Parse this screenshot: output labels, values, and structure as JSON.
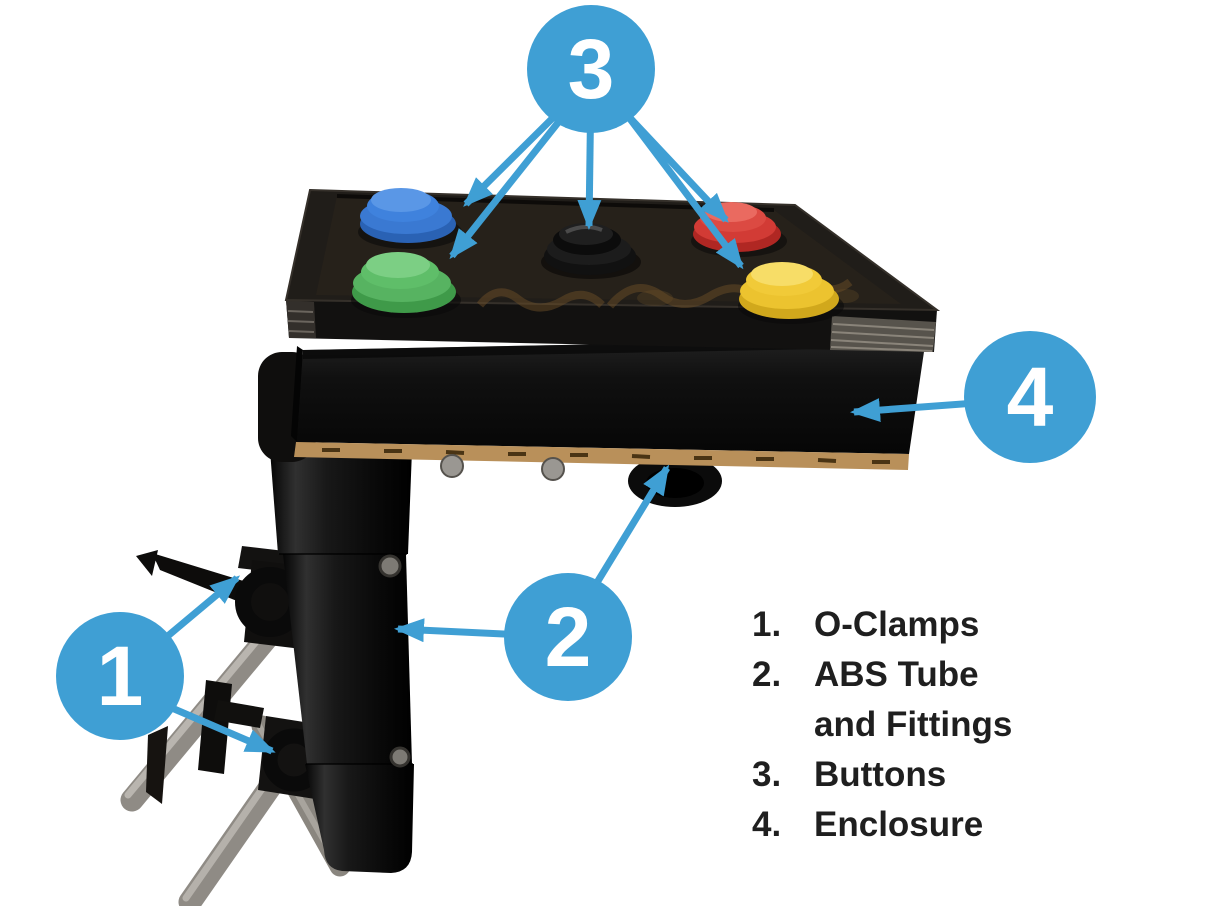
{
  "diagram": {
    "background_color": "#ffffff",
    "accent_color": "#3f9fd4",
    "callouts": [
      {
        "number": "1",
        "refers_to": "O-Clamps"
      },
      {
        "number": "2",
        "refers_to": "ABS Tube and Fittings"
      },
      {
        "number": "3",
        "refers_to": "Buttons"
      },
      {
        "number": "4",
        "refers_to": "Enclosure"
      }
    ],
    "legend": {
      "text_color": "#1f1f1f",
      "items": [
        {
          "number": "1.",
          "label": "O-Clamps"
        },
        {
          "number": "2.",
          "label": "ABS Tube and Fittings"
        },
        {
          "number": "3.",
          "label": "Buttons"
        },
        {
          "number": "4.",
          "label": "Enclosure"
        }
      ]
    },
    "photo": {
      "subject": "Five-button controller enclosure mounted on an ABS tube clamped to frame rods",
      "button_colors": [
        {
          "name": "blue",
          "hex": "#3f82dd"
        },
        {
          "name": "green",
          "hex": "#5fbe69"
        },
        {
          "name": "black",
          "hex": "#141414"
        },
        {
          "name": "red",
          "hex": "#dc4a42"
        },
        {
          "name": "yellow",
          "hex": "#f1ca38"
        }
      ]
    }
  }
}
